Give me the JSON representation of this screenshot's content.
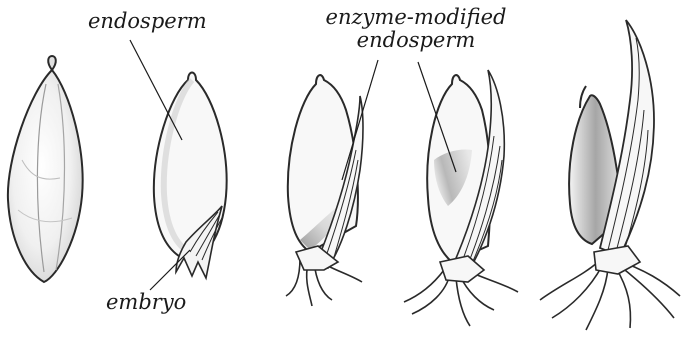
{
  "labels": {
    "endosperm": "endosperm",
    "enzyme_modified_line1": "enzyme-modified",
    "enzyme_modified_line2": "endosperm",
    "embryo": "embryo"
  },
  "stages": [
    {
      "name": "intact-grain"
    },
    {
      "name": "sectioned-grain"
    },
    {
      "name": "early-germination"
    },
    {
      "name": "mid-germination"
    },
    {
      "name": "late-germination"
    }
  ],
  "colors": {
    "outline": "#2a2a2a",
    "hull": "#f2f2f2",
    "endosperm_fill": "#f7f7f7",
    "modified_shade": "#a9a9a9",
    "leader": "#1a1a1a"
  }
}
